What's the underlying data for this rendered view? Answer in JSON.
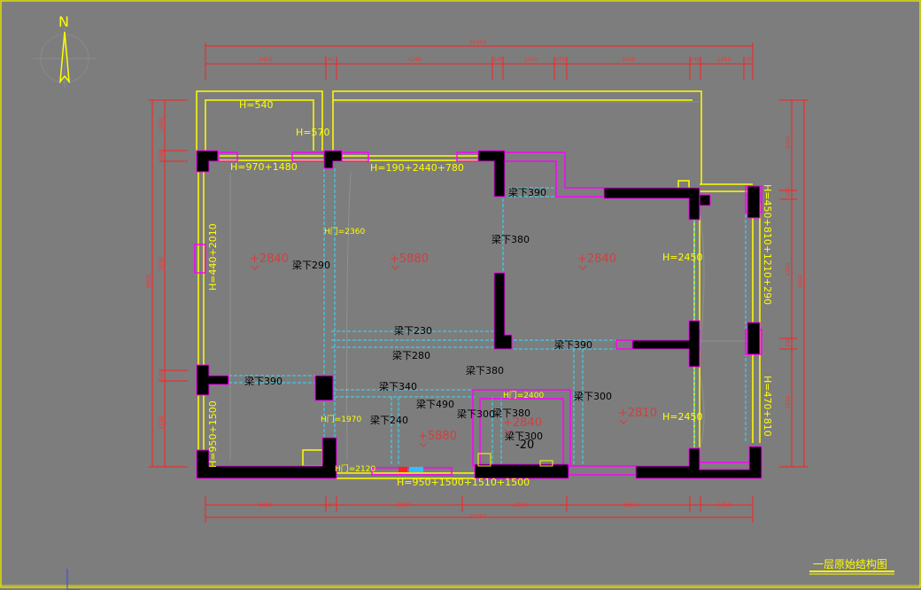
{
  "drawing": {
    "title": "一层原始结构图",
    "north": "N"
  },
  "dimensions": {
    "top_total": "10350",
    "top_segments": [
      "3450",
      "240",
      "4240",
      "240",
      "1250",
      "370",
      "3250",
      "240",
      "1250",
      "20"
    ],
    "bottom_total": "10350",
    "bottom_segments": [
      "3450",
      "240",
      "2870",
      "2800",
      "3150",
      "1250"
    ],
    "left_total": "8950",
    "left_segments": [
      "1580",
      "240",
      "3530",
      "240",
      "3130"
    ],
    "right_total": "8950",
    "right_segments": [
      "2900",
      "240",
      "3700",
      "240",
      "2850"
    ]
  },
  "labels": {
    "h540": "H=540",
    "h570": "H=570",
    "h970": "H=970+1480",
    "h190": "H=190+2440+780",
    "h440": "H=440+2010",
    "h950_left": "H=950+1500",
    "h2450_a": "H=2450",
    "h2450_b": "H=2450",
    "h450r": "H=450+810+1210+290",
    "h470r": "H=470+810",
    "h950b": "H=950+1500+1510+1500",
    "door2360": "H门=2360",
    "door1970": "H门=1970",
    "door2120": "H门=2120",
    "door2400": "H门=2400",
    "beam390a": "梁下390",
    "beam380a": "梁下380",
    "beam290": "梁下290",
    "beam230": "梁下230",
    "beam280": "梁下280",
    "beam390b": "梁下390",
    "beam390c": "梁下390",
    "beam380b": "梁下380",
    "beam340": "梁下340",
    "beam490": "梁下490",
    "beam240": "梁下240",
    "beam300a": "梁下300",
    "beam380c": "梁下380",
    "beam300b": "梁下300",
    "beam300c": "梁下300",
    "minus20": "-20",
    "ceil1": "+2840",
    "ceil2": "+5880",
    "ceil3": "+2840",
    "ceil4": "+2810",
    "ceil5": "+5880",
    "ceil6": "+2840"
  }
}
